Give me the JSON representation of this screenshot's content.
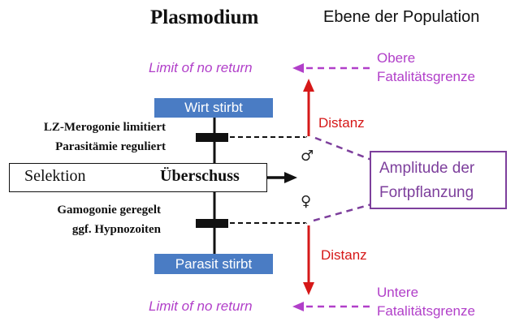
{
  "title": "Plasmodium",
  "level": "Ebene der Population",
  "upper": {
    "limit": "Limit of no return",
    "fatality_line1": "Obere",
    "fatality_line2": "Fatalitätsgrenze"
  },
  "lower": {
    "limit": "Limit of no return",
    "fatality_line1": "Untere",
    "fatality_line2": "Fatalitätsgrenze"
  },
  "host_dies": "Wirt stirbt",
  "parasite_dies": "Parasit stirbt",
  "upper_left": {
    "line1": "LZ-Merogonie limitiert",
    "line2": "Parasitämie reguliert"
  },
  "lower_left": {
    "line1": "Gamogonie geregelt",
    "line2": "ggf. Hypnozoiten"
  },
  "selection": "Selektion",
  "surplus": "Überschuss",
  "distance_upper": "Distanz",
  "distance_lower": "Distanz",
  "amplitude_line1": "Amplitude der",
  "amplitude_line2": "Fortpflanzung",
  "male_symbol": "♂",
  "female_symbol": "♀",
  "colors": {
    "magenta": "#b13fc9",
    "purple": "#7d3f9c",
    "red": "#d61818",
    "blue": "#4a7cc4"
  }
}
